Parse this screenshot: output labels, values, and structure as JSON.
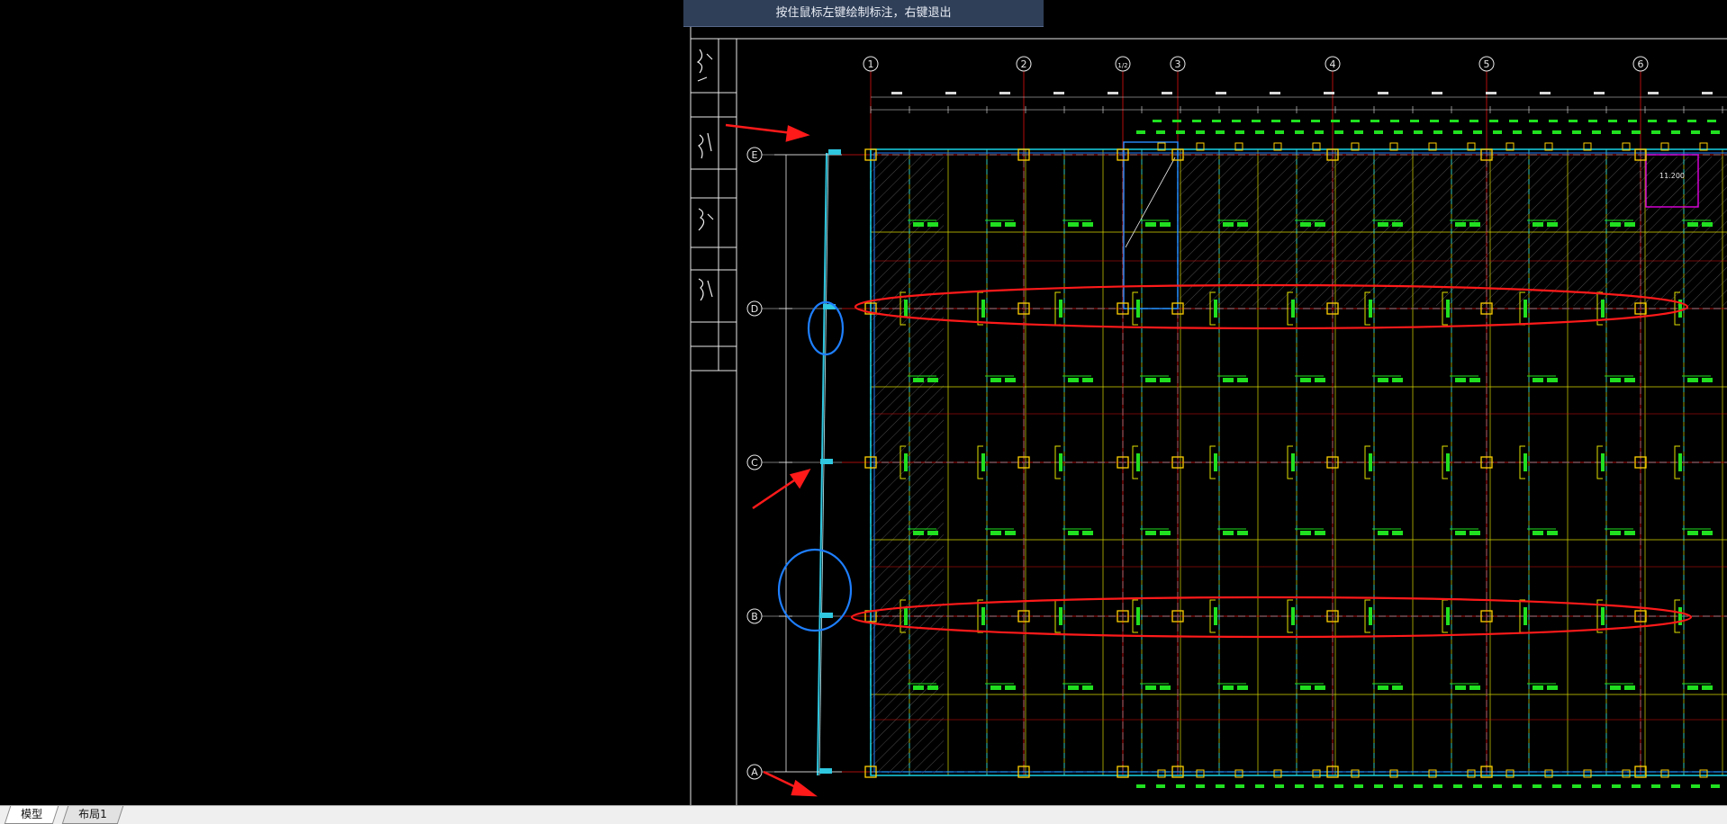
{
  "hint_text": "按住鼠标左键绘制标注，右键退出",
  "tabs": [
    {
      "label": "模型",
      "active": true
    },
    {
      "label": "布局1",
      "active": false
    }
  ],
  "colors": {
    "background": "#000000",
    "grid_yellow": "#d8d800",
    "beam_cyan": "#19d3e6",
    "axis_red": "#e01010",
    "rebar_green": "#20e020",
    "annotation_blue": "#1e7fff",
    "highlight_red": "#ff1a1a"
  },
  "drawing": {
    "column_axes": [
      "1",
      "2",
      "1/2",
      "3",
      "4",
      "5",
      "6"
    ],
    "row_axes": [
      "E",
      "D",
      "C",
      "B",
      "A"
    ],
    "elevation_label": "11.200"
  }
}
